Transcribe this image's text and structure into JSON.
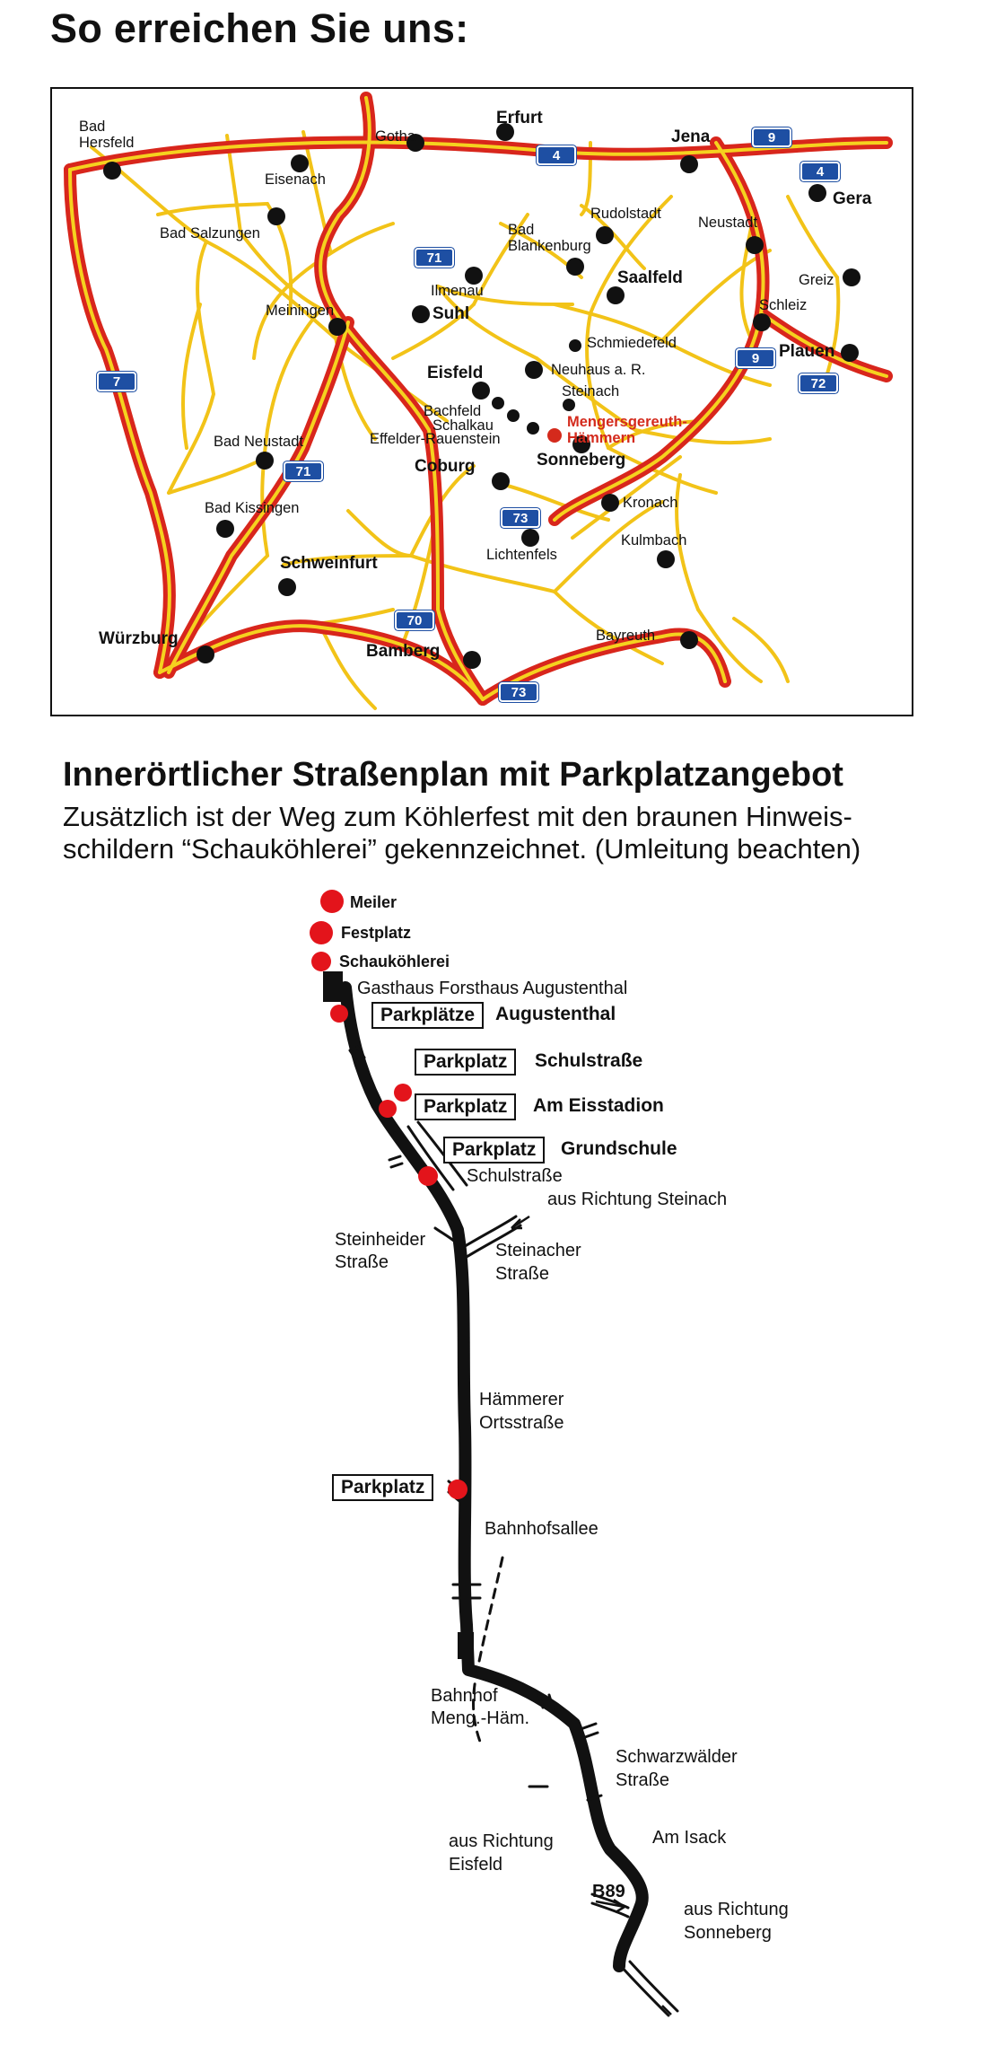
{
  "heading": "So erreichen Sie uns:",
  "regional_map": {
    "cities": [
      {
        "name": "Bad\nHersfeld",
        "bold": false
      },
      {
        "name": "Eisenach",
        "bold": false
      },
      {
        "name": "Gotha",
        "bold": false
      },
      {
        "name": "Erfurt",
        "bold": true
      },
      {
        "name": "Jena",
        "bold": true
      },
      {
        "name": "Gera",
        "bold": true
      },
      {
        "name": "Bad Salzungen",
        "bold": false
      },
      {
        "name": "Rudolstadt",
        "bold": false
      },
      {
        "name": "Neustadt",
        "bold": false
      },
      {
        "name": "Bad\nBlankenburg",
        "bold": false
      },
      {
        "name": "Ilmenau",
        "bold": false
      },
      {
        "name": "Saalfeld",
        "bold": true
      },
      {
        "name": "Greiz",
        "bold": false
      },
      {
        "name": "Meiningen",
        "bold": false
      },
      {
        "name": "Suhl",
        "bold": true
      },
      {
        "name": "Schleiz",
        "bold": false
      },
      {
        "name": "Schmiedefeld",
        "bold": false
      },
      {
        "name": "Plauen",
        "bold": true
      },
      {
        "name": "Eisfeld",
        "bold": true
      },
      {
        "name": "Neuhaus a. R.",
        "bold": false
      },
      {
        "name": "Steinach",
        "bold": false
      },
      {
        "name": "Bachfeld",
        "bold": false
      },
      {
        "name": "Schalkau",
        "bold": false
      },
      {
        "name": "Effelder-Rauenstein",
        "bold": false
      },
      {
        "name": "Mengersgereuth-\nHämmern",
        "bold": false,
        "highlight": true
      },
      {
        "name": "Bad Neustadt",
        "bold": false
      },
      {
        "name": "Sonneberg",
        "bold": true
      },
      {
        "name": "Coburg",
        "bold": true
      },
      {
        "name": "Kronach",
        "bold": false
      },
      {
        "name": "Bad Kissingen",
        "bold": false
      },
      {
        "name": "Lichtenfels",
        "bold": false
      },
      {
        "name": "Kulmbach",
        "bold": false
      },
      {
        "name": "Schweinfurt",
        "bold": true
      },
      {
        "name": "Würzburg",
        "bold": true
      },
      {
        "name": "Bamberg",
        "bold": true
      },
      {
        "name": "Bayreuth",
        "bold": false
      }
    ],
    "motorway_shields": [
      "4",
      "9",
      "4",
      "71",
      "7",
      "9",
      "72",
      "71",
      "73",
      "70",
      "73"
    ],
    "colors": {
      "motorway_outer": "#d8261c",
      "motorway_inner": "#f5d21f",
      "road": "#f2c318",
      "shield": "#1e4fa3",
      "highlight": "#d42a1c"
    }
  },
  "section2": {
    "title": "Innerörtlicher Straßenplan mit Parkplatzangebot",
    "subtitle_line1": "Zusätzlich ist der Weg zum Köhlerfest mit den braunen Hinweis-",
    "subtitle_line2": "schildern “Schauköhlerei” gekennzeichnet. (Umleitung beachten)"
  },
  "street_plan": {
    "poi": {
      "meiler": "Meiler",
      "festplatz": "Festplatz",
      "schaukoehlerei": "Schauköhlerei"
    },
    "gasthaus": "Gasthaus Forsthaus Augustenthal",
    "parking": [
      {
        "box": "Parkplätze",
        "name": "Augustenthal"
      },
      {
        "box": "Parkplatz",
        "name": "Schulstraße"
      },
      {
        "box": "Parkplatz",
        "name": "Am Eisstadion"
      },
      {
        "box": "Parkplatz",
        "name": "Grundschule"
      },
      {
        "box": "Parkplatz",
        "name": ""
      }
    ],
    "streets": {
      "schulstrasse": "Schulstraße",
      "from_steinach": "aus Richtung Steinach",
      "steinheider_1": "Steinheider",
      "steinheider_2": "Straße",
      "steinacher_1": "Steinacher",
      "steinacher_2": "Straße",
      "haemmerer_1": "Hämmerer",
      "haemmerer_2": "Ortsstraße",
      "bahnhofsallee": "Bahnhofsallee",
      "bahnhof_1": "Bahnhof",
      "bahnhof_2": "Meng.-Häm.",
      "schwarzwaelder_1": "Schwarzwälder",
      "schwarzwaelder_2": "Straße",
      "am_isack": "Am Isack",
      "eisfeld_1": "aus Richtung",
      "eisfeld_2": "Eisfeld",
      "b89": "B89",
      "sonneberg_1": "aus Richtung",
      "sonneberg_2": "Sonneberg"
    },
    "colors": {
      "road": "#111111",
      "marker": "#e3141b"
    }
  }
}
